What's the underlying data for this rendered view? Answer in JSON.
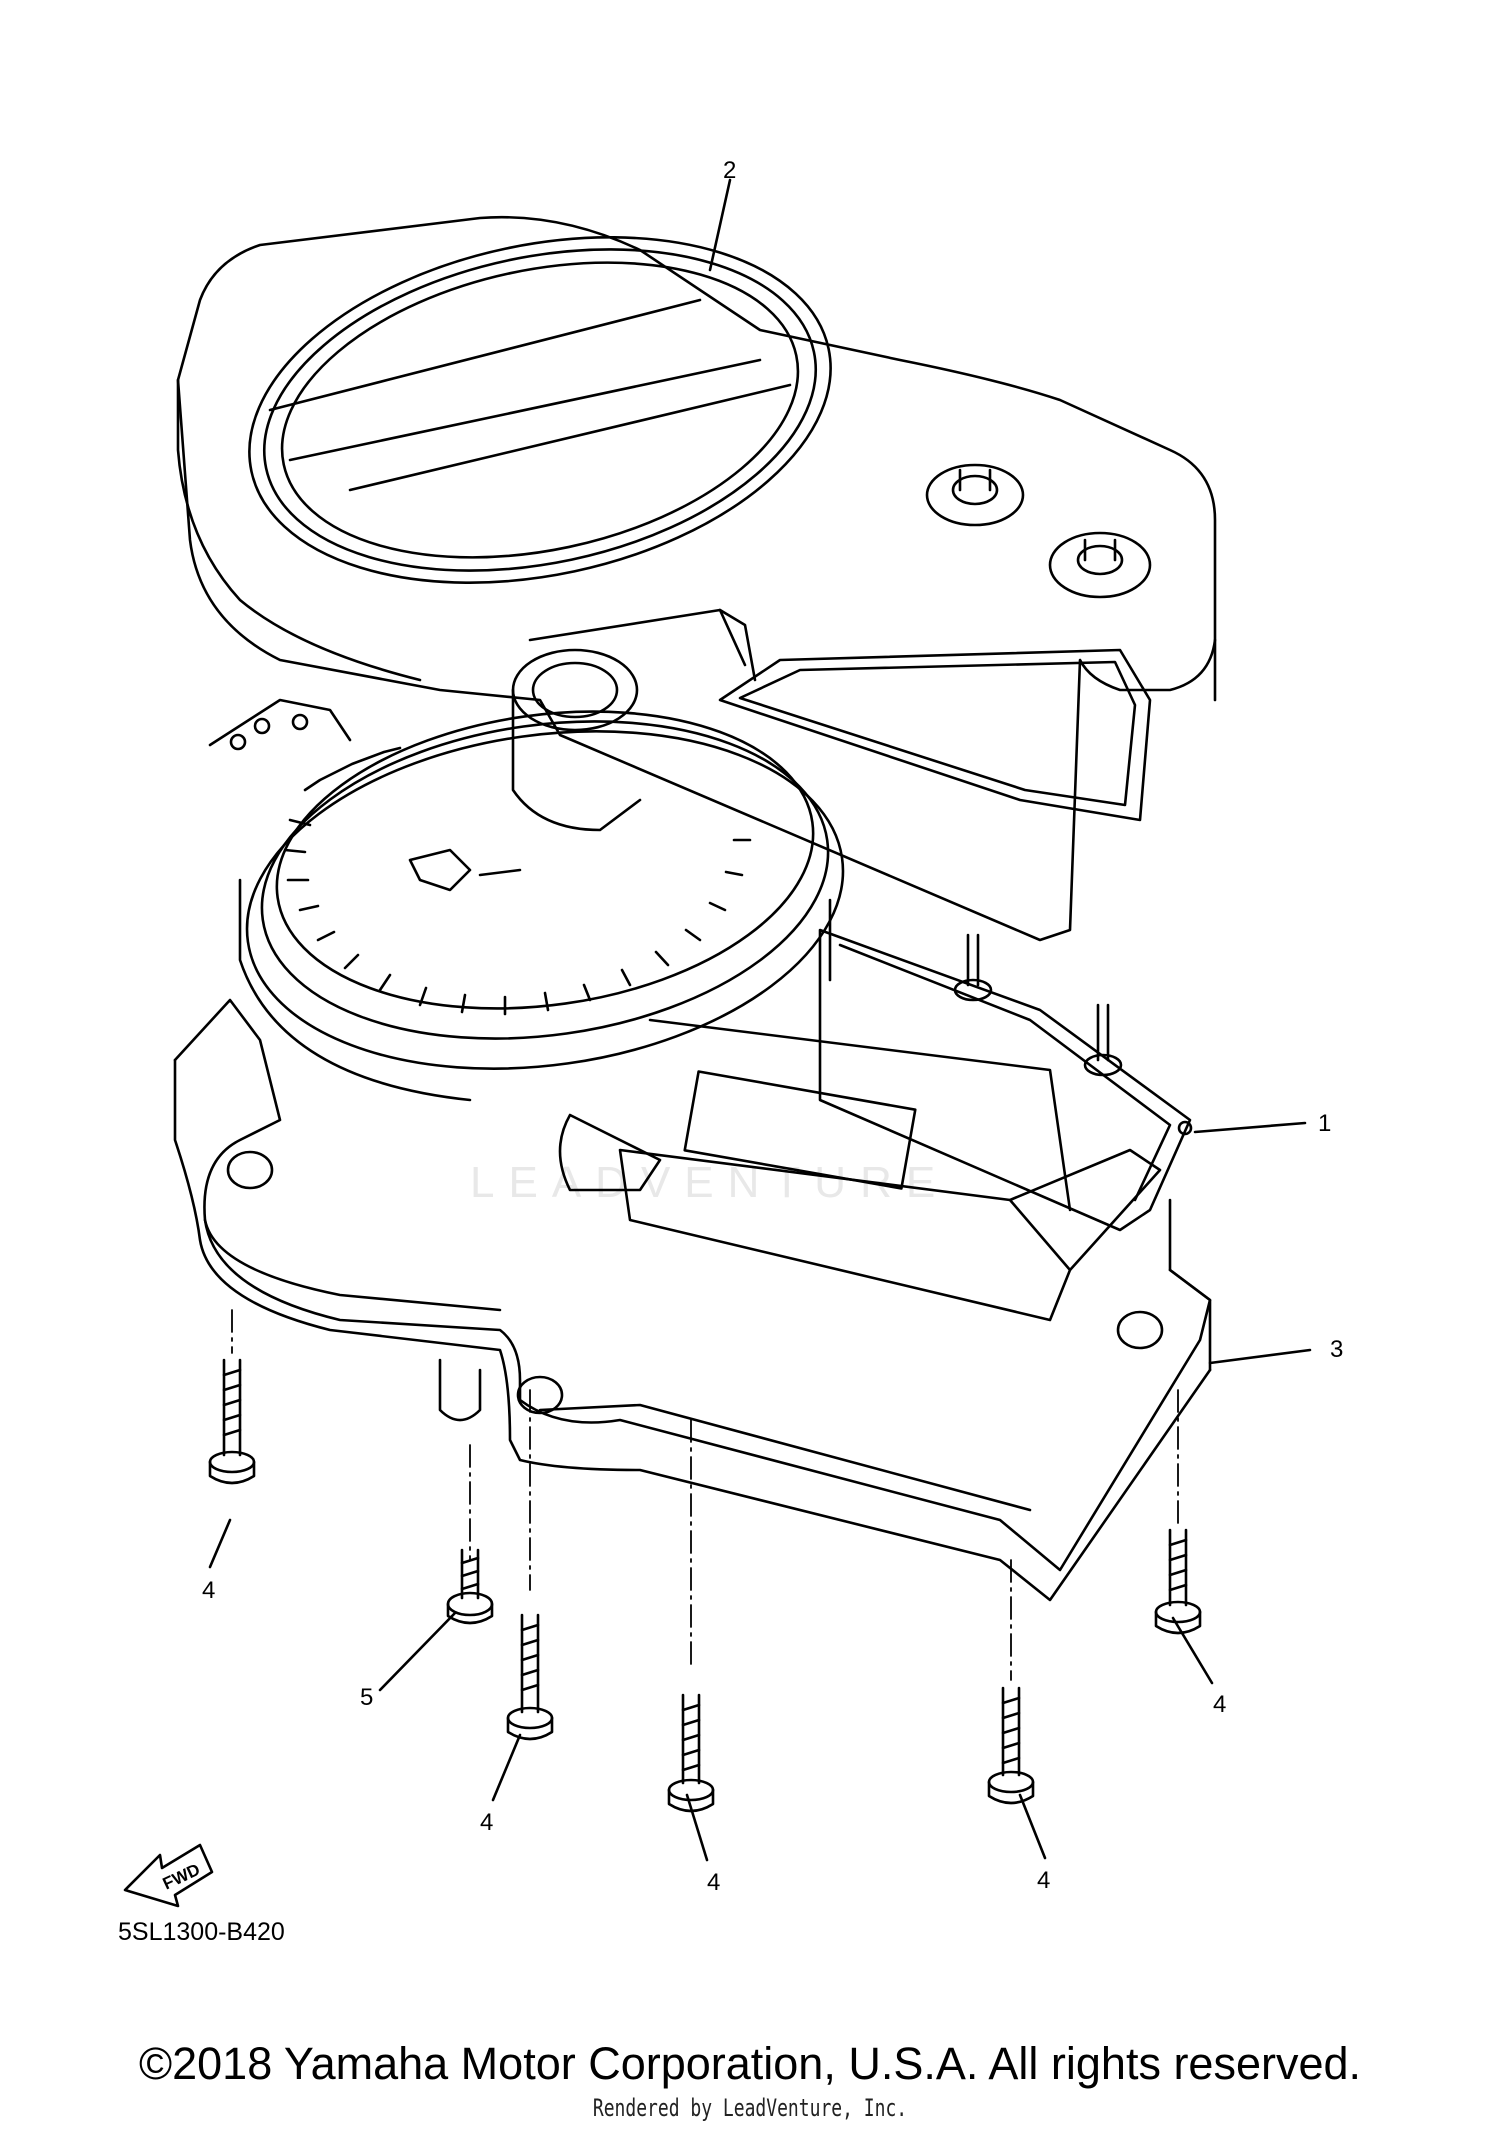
{
  "diagram": {
    "callouts": [
      "1",
      "2",
      "3",
      "4",
      "5"
    ],
    "fwd_label": "FWD",
    "part_code": "5SL1300-B420",
    "watermark": "LEADVENTURE",
    "copyright": "©2018 Yamaha Motor Corporation, U.S.A. All rights reserved.",
    "rendered_by": "Rendered by LeadVenture, Inc."
  }
}
